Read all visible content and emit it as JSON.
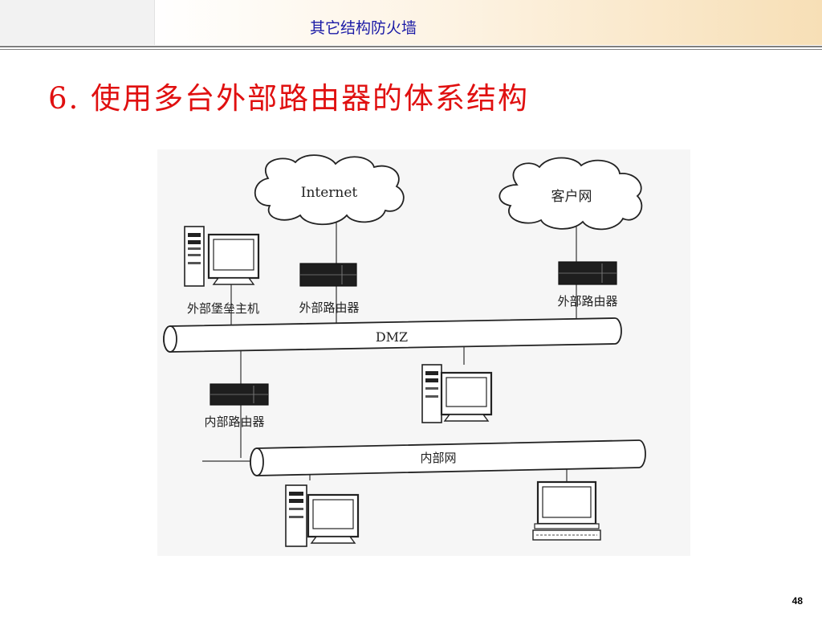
{
  "header": {
    "section_title": "其它结构防火墙"
  },
  "slide": {
    "title": "6. 使用多台外部路由器的体系结构",
    "page_number": "48"
  },
  "diagram": {
    "clouds": {
      "internet": "Internet",
      "customer": "客户网"
    },
    "labels": {
      "bastion_host": "外部堡垒主机",
      "external_router_1": "外部路由器",
      "external_router_2": "外部路由器",
      "internal_router": "内部路由器"
    },
    "networks": {
      "dmz": "DMZ",
      "internal": "内部网"
    }
  },
  "colors": {
    "title_red": "#e01010",
    "header_blue": "#1a1aa6"
  }
}
